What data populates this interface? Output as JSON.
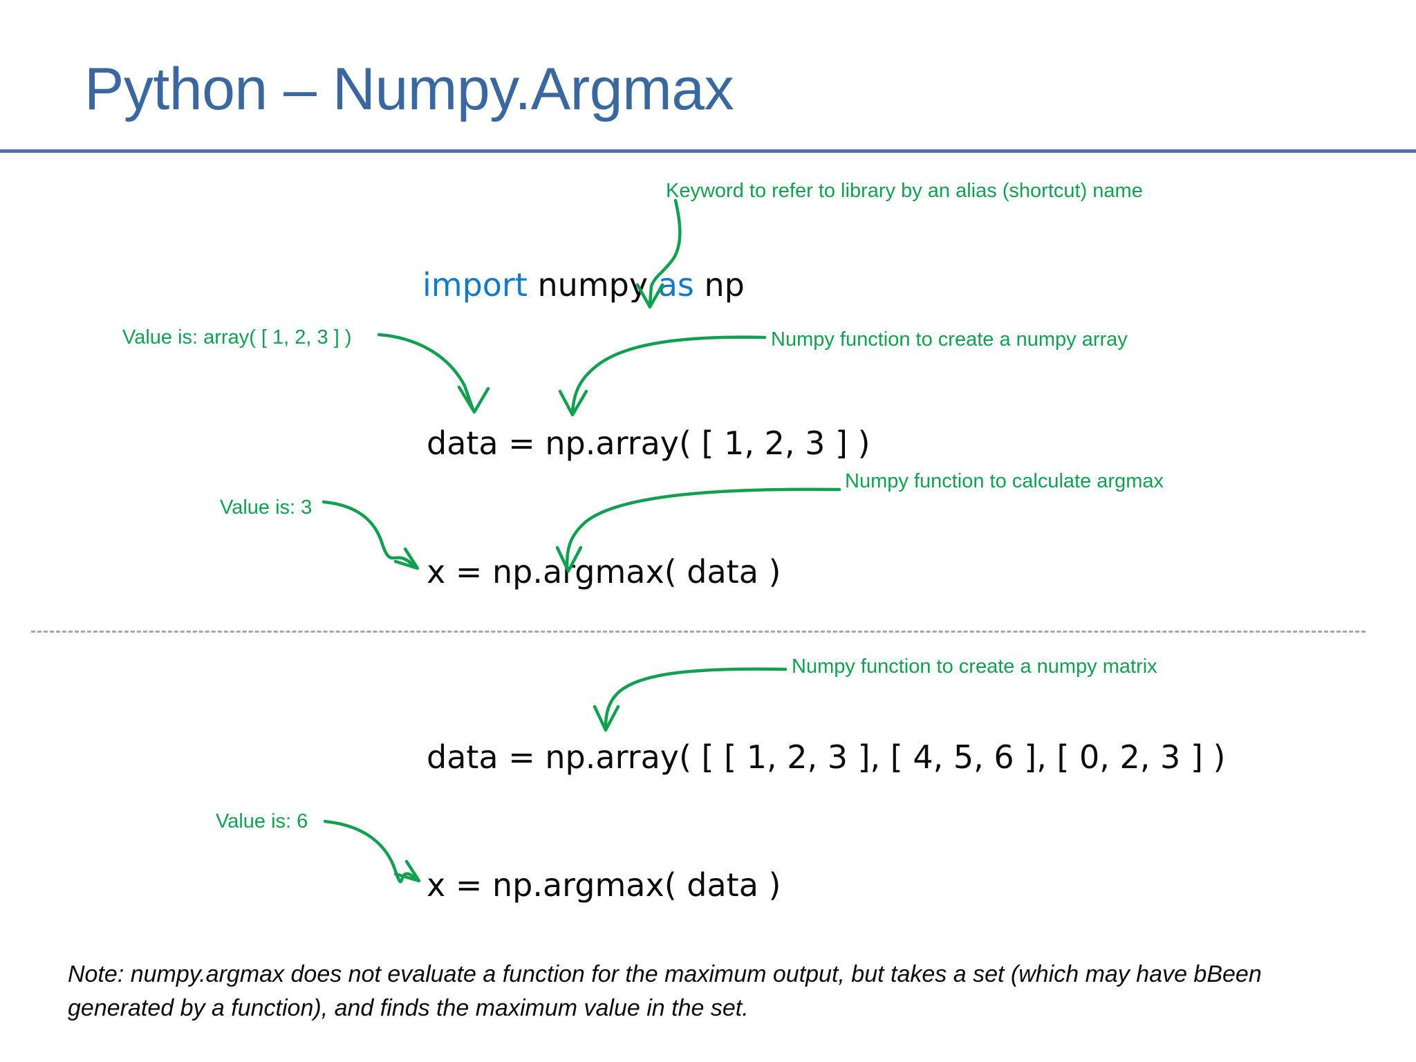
{
  "slide": {
    "title": "Python – Numpy.Argmax",
    "title_color": "#3A689E",
    "rule_color": "#4A72A8",
    "background": "#ffffff",
    "annotation_color": "#12A050",
    "keyword_color": "#1479C9",
    "code_color": "#0b0b0b",
    "separator_color": "#A6A6A6"
  },
  "code": {
    "import": {
      "kw_import": "import",
      "module": " numpy ",
      "kw_as": "as",
      "alias": " np"
    },
    "data_array": "data = np.array( [ 1, 2, 3 ] )",
    "x_argmax_array": "x = np.argmax( data )",
    "data_matrix": "data = np.array( [ [ 1, 2, 3 ], [ 4, 5, 6 ], [ 0, 2, 3 ] )",
    "x_argmax_matrix": "x = np.argmax( data )"
  },
  "annotations": {
    "keyword_alias": "Keyword to refer to library by an alias (shortcut) name",
    "value_array": "Value is: array( [ 1, 2, 3 ] )",
    "create_array": "Numpy function to create a numpy array",
    "calculate_argmax": "Numpy function to calculate argmax",
    "value_three": "Value is: 3",
    "create_matrix": "Numpy function to create a numpy matrix",
    "value_six": "Value is: 6"
  },
  "note": {
    "text": "Note: numpy.argmax does not evaluate a function for the maximum output, but takes a set (which may have bBeen generated by a function), and finds the maximum value in the set."
  }
}
